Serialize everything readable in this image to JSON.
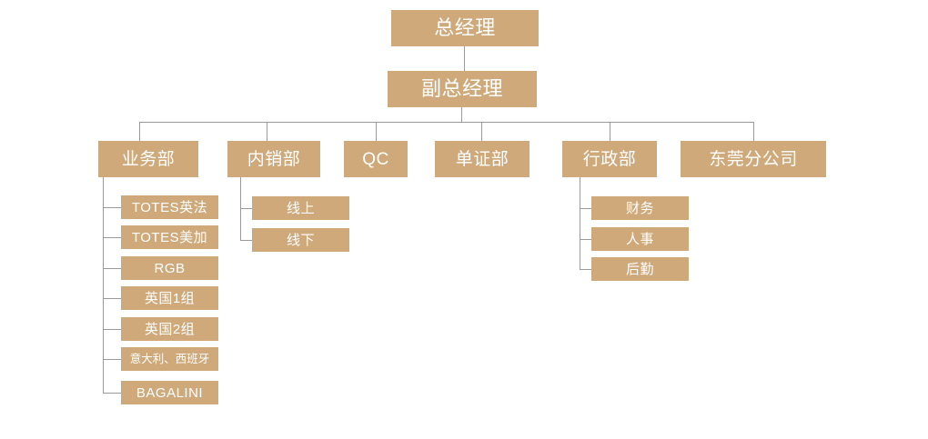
{
  "chart_data": {
    "type": "diagram",
    "diagram_type": "organization-chart",
    "title": "",
    "orientation": "top-down",
    "node_fill_color": "#cfa97a",
    "node_text_color": "#ffffff",
    "connector_color": "#9a9a9a",
    "background_color": "#ffffff",
    "levels": 4,
    "nodes": [
      {
        "id": "gm",
        "label": "总经理",
        "level": 1,
        "parent": null
      },
      {
        "id": "dgm",
        "label": "副总经理",
        "level": 2,
        "parent": "gm"
      },
      {
        "id": "sales",
        "label": "业务部",
        "level": 3,
        "parent": "dgm"
      },
      {
        "id": "domestic",
        "label": "内销部",
        "level": 3,
        "parent": "dgm"
      },
      {
        "id": "qc",
        "label": "QC",
        "level": 3,
        "parent": "dgm"
      },
      {
        "id": "docs",
        "label": "单证部",
        "level": 3,
        "parent": "dgm"
      },
      {
        "id": "admin",
        "label": "行政部",
        "level": 3,
        "parent": "dgm"
      },
      {
        "id": "dongguan",
        "label": "东莞分公司",
        "level": 3,
        "parent": "dgm"
      },
      {
        "id": "totes-uk-fr",
        "label": "TOTES英法",
        "level": 4,
        "parent": "sales"
      },
      {
        "id": "totes-us-ca",
        "label": "TOTES美加",
        "level": 4,
        "parent": "sales"
      },
      {
        "id": "rgb",
        "label": "RGB",
        "level": 4,
        "parent": "sales"
      },
      {
        "id": "uk-group-1",
        "label": "英国1组",
        "level": 4,
        "parent": "sales"
      },
      {
        "id": "uk-group-2",
        "label": "英国2组",
        "level": 4,
        "parent": "sales"
      },
      {
        "id": "italy-spain",
        "label": "意大利、西班牙",
        "level": 4,
        "parent": "sales"
      },
      {
        "id": "bagalini",
        "label": "BAGALINI",
        "level": 4,
        "parent": "sales"
      },
      {
        "id": "online",
        "label": "线上",
        "level": 4,
        "parent": "domestic"
      },
      {
        "id": "offline",
        "label": "线下",
        "level": 4,
        "parent": "domestic"
      },
      {
        "id": "finance",
        "label": "财务",
        "level": 4,
        "parent": "admin"
      },
      {
        "id": "hr",
        "label": "人事",
        "level": 4,
        "parent": "admin"
      },
      {
        "id": "logistics",
        "label": "后勤",
        "level": 4,
        "parent": "admin"
      }
    ]
  },
  "org": {
    "top": {
      "general_manager": "总经理",
      "deputy_general_manager": "副总经理"
    },
    "departments": [
      {
        "label": "业务部"
      },
      {
        "label": "内销部"
      },
      {
        "label": "QC"
      },
      {
        "label": "单证部"
      },
      {
        "label": "行政部"
      },
      {
        "label": "东莞分公司"
      }
    ],
    "sales_teams": [
      {
        "label": "TOTES英法"
      },
      {
        "label": "TOTES美加"
      },
      {
        "label": "RGB"
      },
      {
        "label": "英国1组"
      },
      {
        "label": "英国2组"
      },
      {
        "label": "意大利、西班牙"
      },
      {
        "label": "BAGALINI"
      }
    ],
    "domestic_teams": [
      {
        "label": "线上"
      },
      {
        "label": "线下"
      }
    ],
    "admin_teams": [
      {
        "label": "财务"
      },
      {
        "label": "人事"
      },
      {
        "label": "后勤"
      }
    ]
  }
}
